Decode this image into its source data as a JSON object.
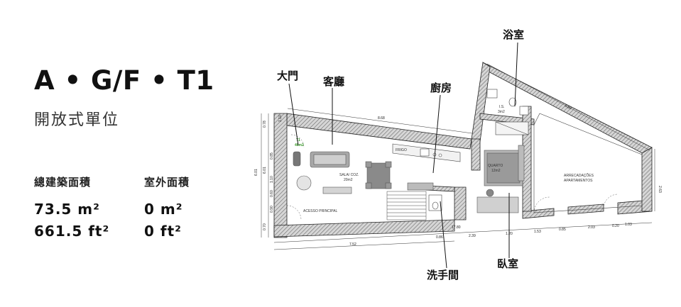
{
  "unit": {
    "title": "A • G/F • T1",
    "subtitle": "開放式單位"
  },
  "stats": {
    "gross_area_label": "總建築面積",
    "outdoor_area_label": "室外面積",
    "gross_area_m2": "73.5 m²",
    "gross_area_ft2": "661.5 ft²",
    "outdoor_area_m2": "0 m²",
    "outdoor_area_ft2": "0 ft²"
  },
  "callouts": {
    "entrance": "大門",
    "living": "客廳",
    "kitchen": "廚房",
    "bathroom": "浴室",
    "powder_room": "洗手間",
    "bedroom": "臥室"
  },
  "plan_labels": {
    "unit_tag": "T1",
    "unit_tag_area": "46m2",
    "living_room": "SALA/ COZ.",
    "living_area": "20m2",
    "bedroom": "QUARTO",
    "bedroom_area": "12m2",
    "wc": "I.S.",
    "wc_area": "3m2",
    "storage_1": "ARRECADAÇÕES",
    "storage_2": "APARTAMENTOS",
    "access": "ACESSO PRINCIPAL",
    "fridge": "FRIGO"
  },
  "dimensions": {
    "top_wall": "8.68",
    "diag_wall": "8.89",
    "right_wall": "2.63",
    "left_total": "6.01",
    "left_1": "0.78",
    "left_2": "1.10",
    "left_3": "0.85",
    "left_4": "6.01",
    "left_5": "1.10",
    "left_6": "0.60",
    "left_7": "0.90",
    "left_8": "0.70",
    "bottom_a": "17.80",
    "bottom_b": "0.86",
    "bottom_c": "2.39",
    "bottom_d": "1.20",
    "bottom_e": "1.53",
    "bottom_f": "0.85",
    "bottom_g": "2.03",
    "bottom_h": "0.20",
    "bottom_i": "1.03",
    "bottom_total": "7.52"
  },
  "colors": {
    "wall_hatch": "#8c8c8c",
    "tag_green": "#3a9a2a",
    "text": "#111111"
  }
}
